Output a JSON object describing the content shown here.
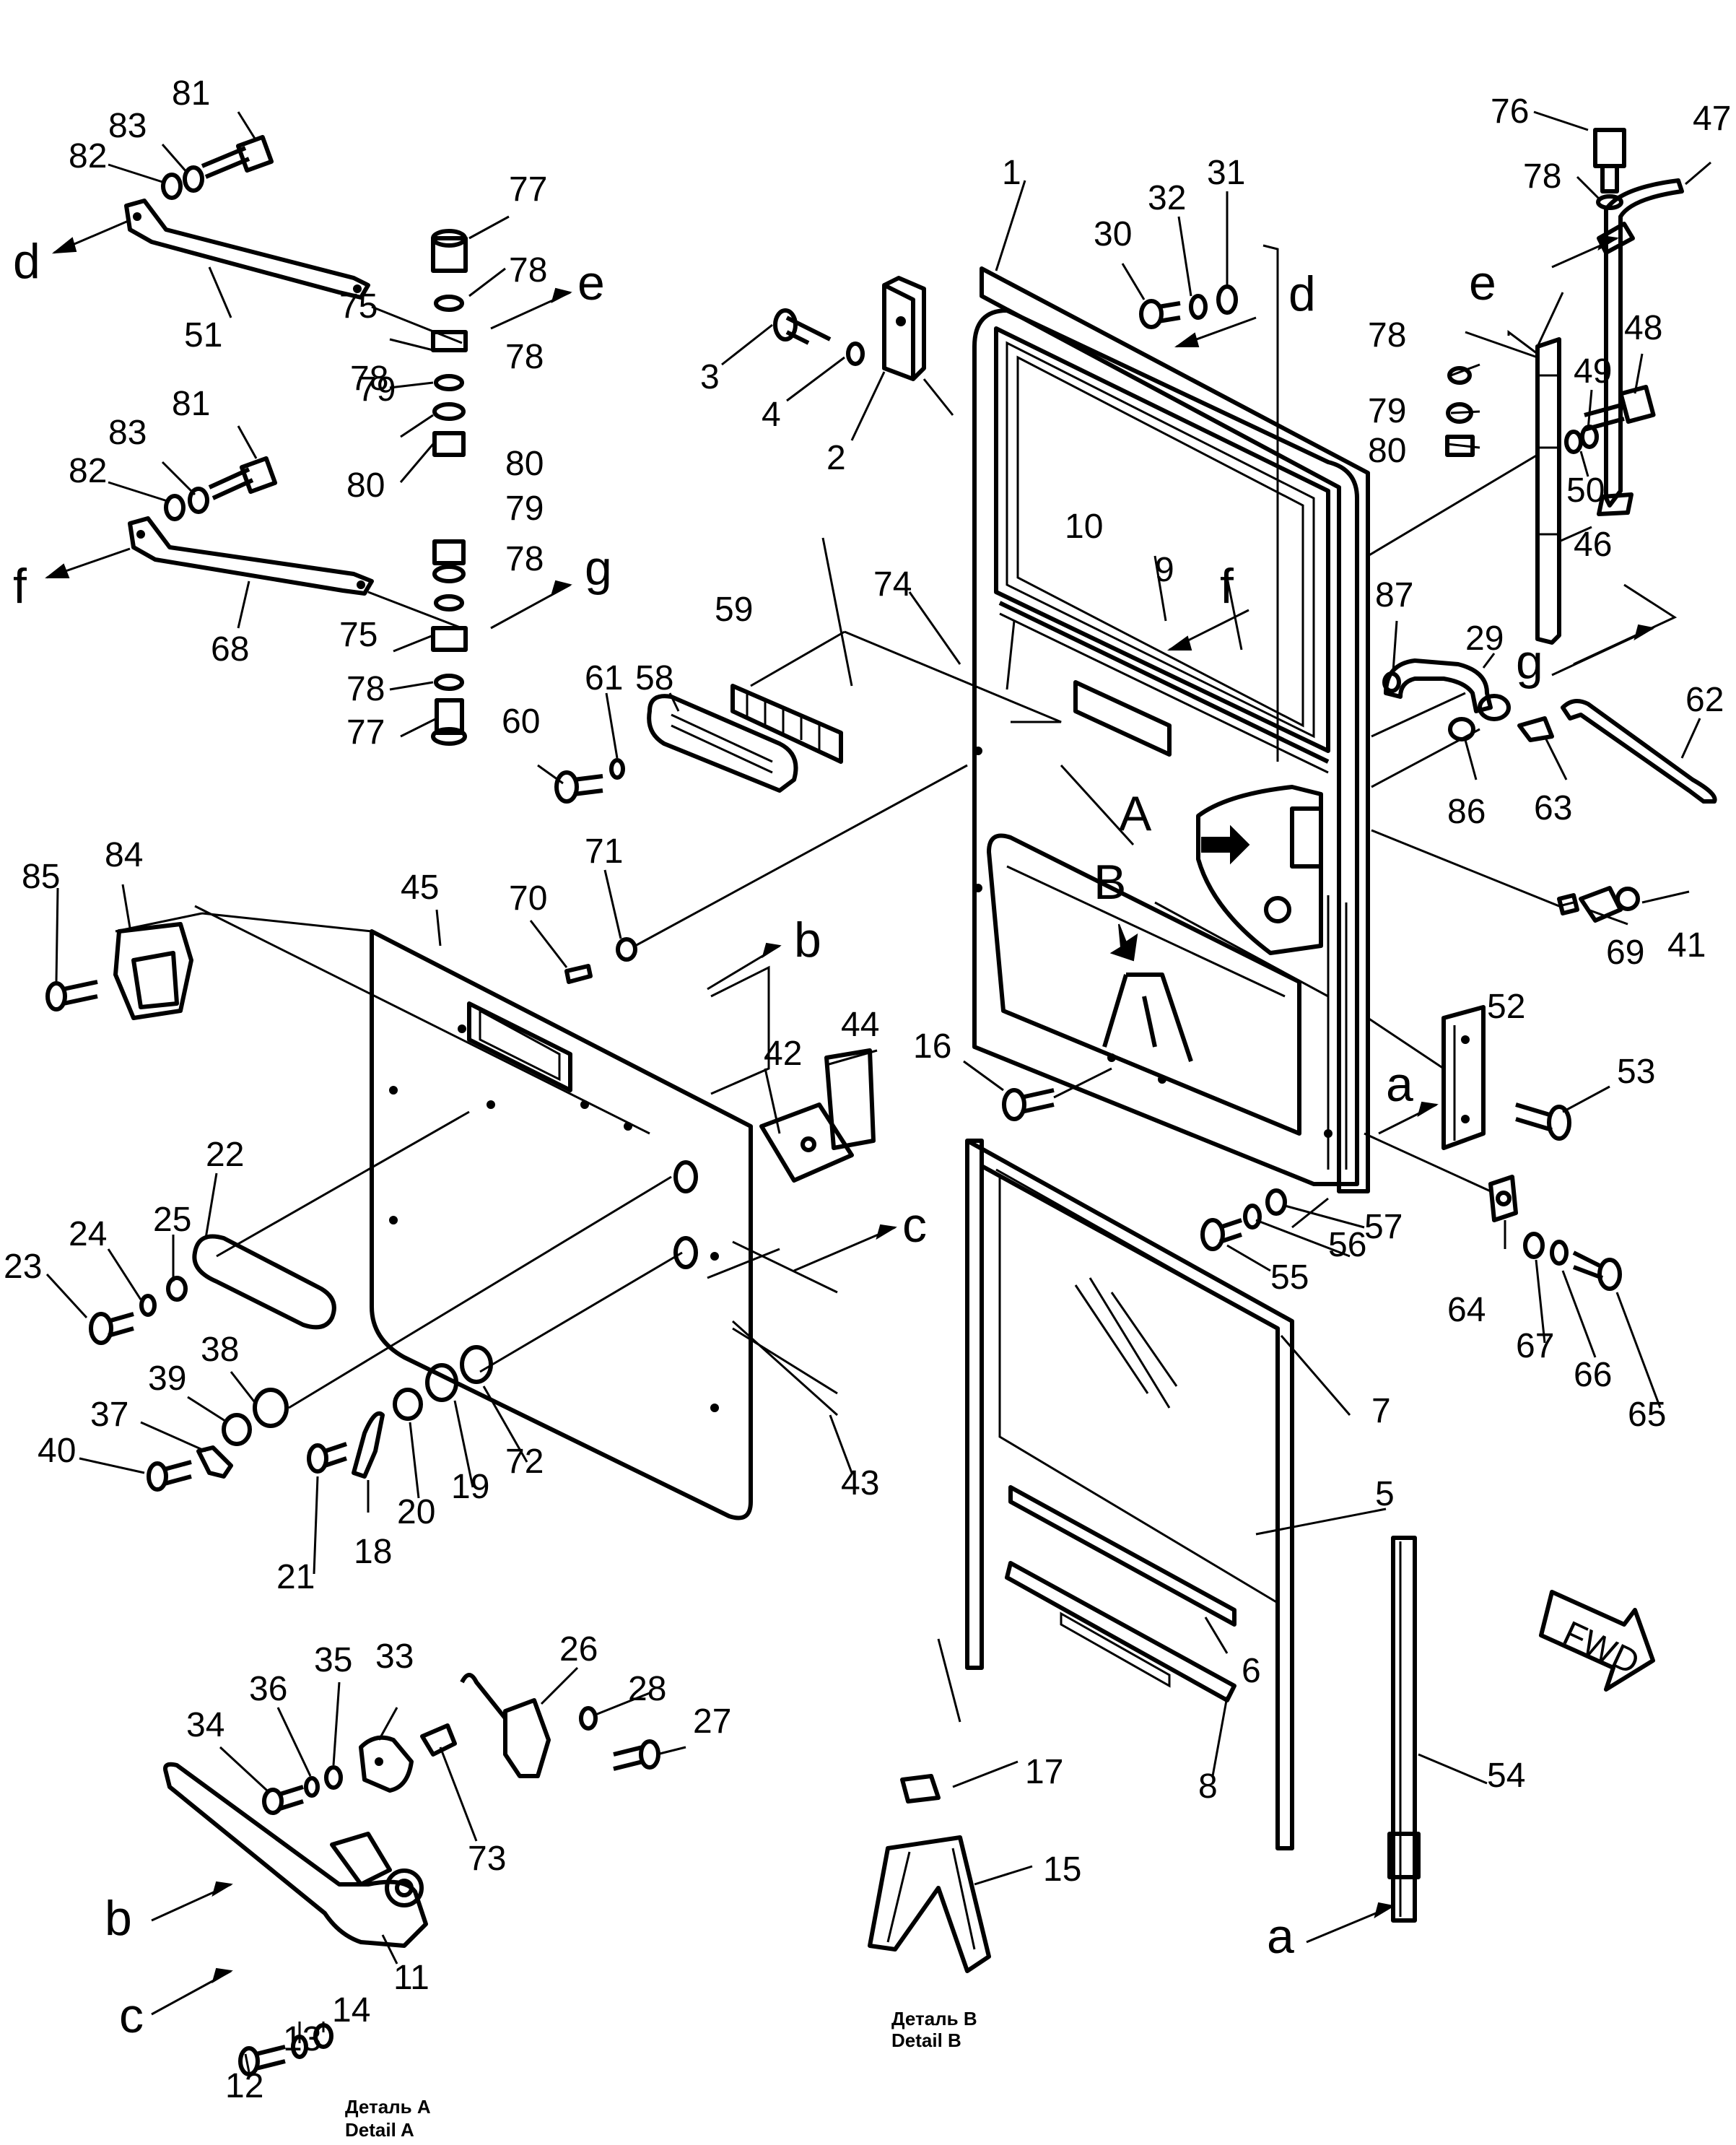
{
  "labels": [
    "1",
    "2",
    "3",
    "4",
    "5",
    "6",
    "7",
    "8",
    "9",
    "10",
    "11",
    "12",
    "13",
    "14",
    "15",
    "16",
    "17",
    "18",
    "19",
    "20",
    "21",
    "22",
    "23",
    "24",
    "25",
    "26",
    "27",
    "28",
    "29",
    "30",
    "31",
    "32",
    "33",
    "34",
    "35",
    "36",
    "37",
    "38",
    "39",
    "40",
    "41",
    "42",
    "43",
    "44",
    "45",
    "46",
    "47",
    "48",
    "49",
    "50",
    "51",
    "52",
    "53",
    "54",
    "55",
    "56",
    "57",
    "58",
    "59",
    "60",
    "61",
    "62",
    "63",
    "64",
    "65",
    "66",
    "67",
    "68",
    "69",
    "70",
    "71",
    "72",
    "73",
    "74",
    "75",
    "76",
    "77",
    "78",
    "79",
    "80",
    "81",
    "82",
    "83",
    "84",
    "85",
    "86",
    "87"
  ],
  "refs": {
    "a": "a",
    "b": "b",
    "c": "c",
    "d": "d",
    "e": "e",
    "f": "f",
    "g": "g",
    "A": "A",
    "B": "B"
  },
  "fwd": "FWD",
  "captions": {
    "detail_b_ru": "Деталь B",
    "detail_b_en": "Detail B",
    "detail_a_ru": "Деталь A",
    "detail_a_en": "Detail A"
  }
}
